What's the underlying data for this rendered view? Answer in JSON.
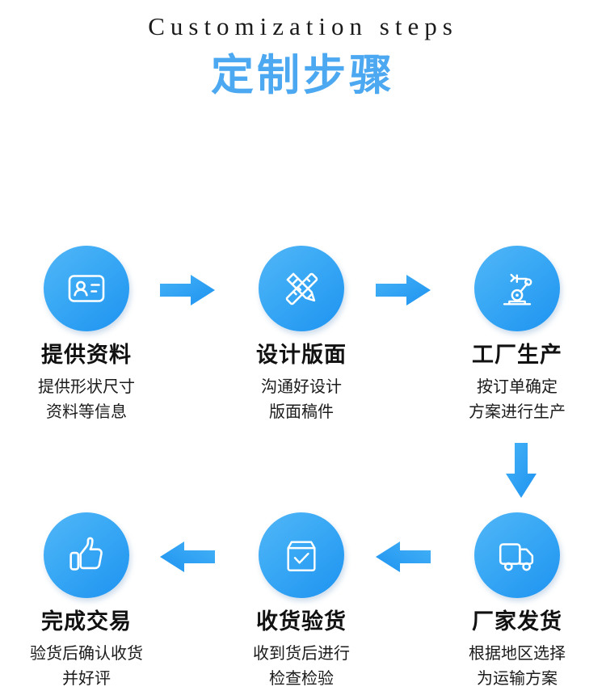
{
  "header": {
    "title_en": "Customization steps",
    "title_cn": "定制步骤",
    "accent_color": "#4ca8f0",
    "heading_color": "#111111"
  },
  "theme": {
    "circle_gradient_start": "#52b6f7",
    "circle_gradient_end": "#1e93f0",
    "arrow_color": "#2aa3f4",
    "background": "#ffffff"
  },
  "steps": [
    {
      "index": 1,
      "icon": "id-card-icon",
      "title": "提供资料",
      "desc_line1": "提供形状尺寸",
      "desc_line2": "资料等信息"
    },
    {
      "index": 2,
      "icon": "pencil-ruler-icon",
      "title": "设计版面",
      "desc_line1": "沟通好设计",
      "desc_line2": "版面稿件"
    },
    {
      "index": 3,
      "icon": "robot-arm-icon",
      "title": "工厂生产",
      "desc_line1": "按订单确定",
      "desc_line2": "方案进行生产"
    },
    {
      "index": 4,
      "icon": "delivery-truck-icon",
      "title": "厂家发货",
      "desc_line1": "根据地区选择",
      "desc_line2": "为运输方案"
    },
    {
      "index": 5,
      "icon": "box-check-icon",
      "title": "收货验货",
      "desc_line1": "收到货后进行",
      "desc_line2": "检查检验"
    },
    {
      "index": 6,
      "icon": "thumbs-up-icon",
      "title": "完成交易",
      "desc_line1": "验货后确认收货",
      "desc_line2": "并好评"
    }
  ],
  "arrows": [
    {
      "name": "arrow-right-step1-to-step2",
      "direction": "right"
    },
    {
      "name": "arrow-right-step2-to-step3",
      "direction": "right"
    },
    {
      "name": "arrow-down-step3-to-step4",
      "direction": "down"
    },
    {
      "name": "arrow-left-step4-to-step5",
      "direction": "left"
    },
    {
      "name": "arrow-left-step5-to-step6",
      "direction": "left"
    }
  ]
}
